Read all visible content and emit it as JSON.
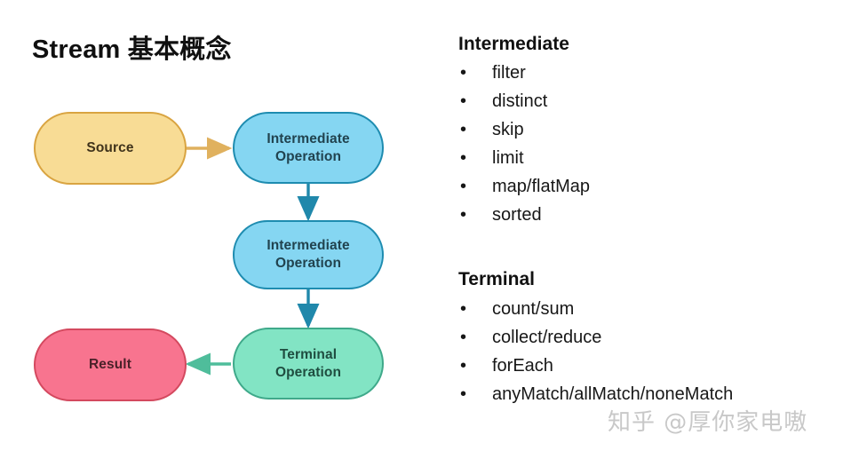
{
  "page": {
    "title": "Stream 基本概念",
    "background_color": "#ffffff",
    "watermark": "知乎 @厚你家电嗷"
  },
  "diagram": {
    "nodes": [
      {
        "id": "source",
        "label": "Source",
        "shape": "stadium",
        "fill": "#F8DC95",
        "stroke": "#D9A441",
        "text_color": "#40331b"
      },
      {
        "id": "intermediate-operation-1",
        "label_line1": "Intermediate",
        "label_line2": "Operation",
        "shape": "stadium",
        "fill": "#85D6F2",
        "stroke": "#1E8CB0",
        "text_color": "#21434f"
      },
      {
        "id": "intermediate-operation-2",
        "label_line1": "Intermediate",
        "label_line2": "Operation",
        "shape": "stadium",
        "fill": "#85D6F2",
        "stroke": "#1E8CB0",
        "text_color": "#21434f"
      },
      {
        "id": "terminal-operation",
        "label_line1": "Terminal",
        "label_line2": "Operation",
        "shape": "stadium",
        "fill": "#82E4C4",
        "stroke": "#3FA98A",
        "text_color": "#1f4d40"
      },
      {
        "id": "result",
        "label": "Result",
        "shape": "stadium",
        "fill": "#F8748F",
        "stroke": "#D4495F",
        "text_color": "#4a2129"
      }
    ],
    "edges": [
      {
        "id": "source-to-intermediate-1",
        "from": "source",
        "to": "intermediate-operation-1",
        "color": "#E0B15E",
        "direction": "right"
      },
      {
        "id": "intermediate-1-to-intermediate-2",
        "from": "intermediate-operation-1",
        "to": "intermediate-operation-2",
        "color": "#2088AB",
        "direction": "down"
      },
      {
        "id": "intermediate-2-to-terminal",
        "from": "intermediate-operation-2",
        "to": "terminal-operation",
        "color": "#2088AB",
        "direction": "down"
      },
      {
        "id": "terminal-to-result",
        "from": "terminal-operation",
        "to": "result",
        "color": "#4FBD9B",
        "direction": "left"
      }
    ]
  },
  "lists": {
    "intermediate": {
      "heading": "Intermediate",
      "bullet": "•",
      "items": [
        "filter",
        "distinct",
        "skip",
        "limit",
        "map/flatMap",
        "sorted"
      ]
    },
    "terminal": {
      "heading": "Terminal",
      "bullet": "•",
      "items": [
        "count/sum",
        "collect/reduce",
        "forEach",
        "anyMatch/allMatch/noneMatch"
      ]
    }
  }
}
